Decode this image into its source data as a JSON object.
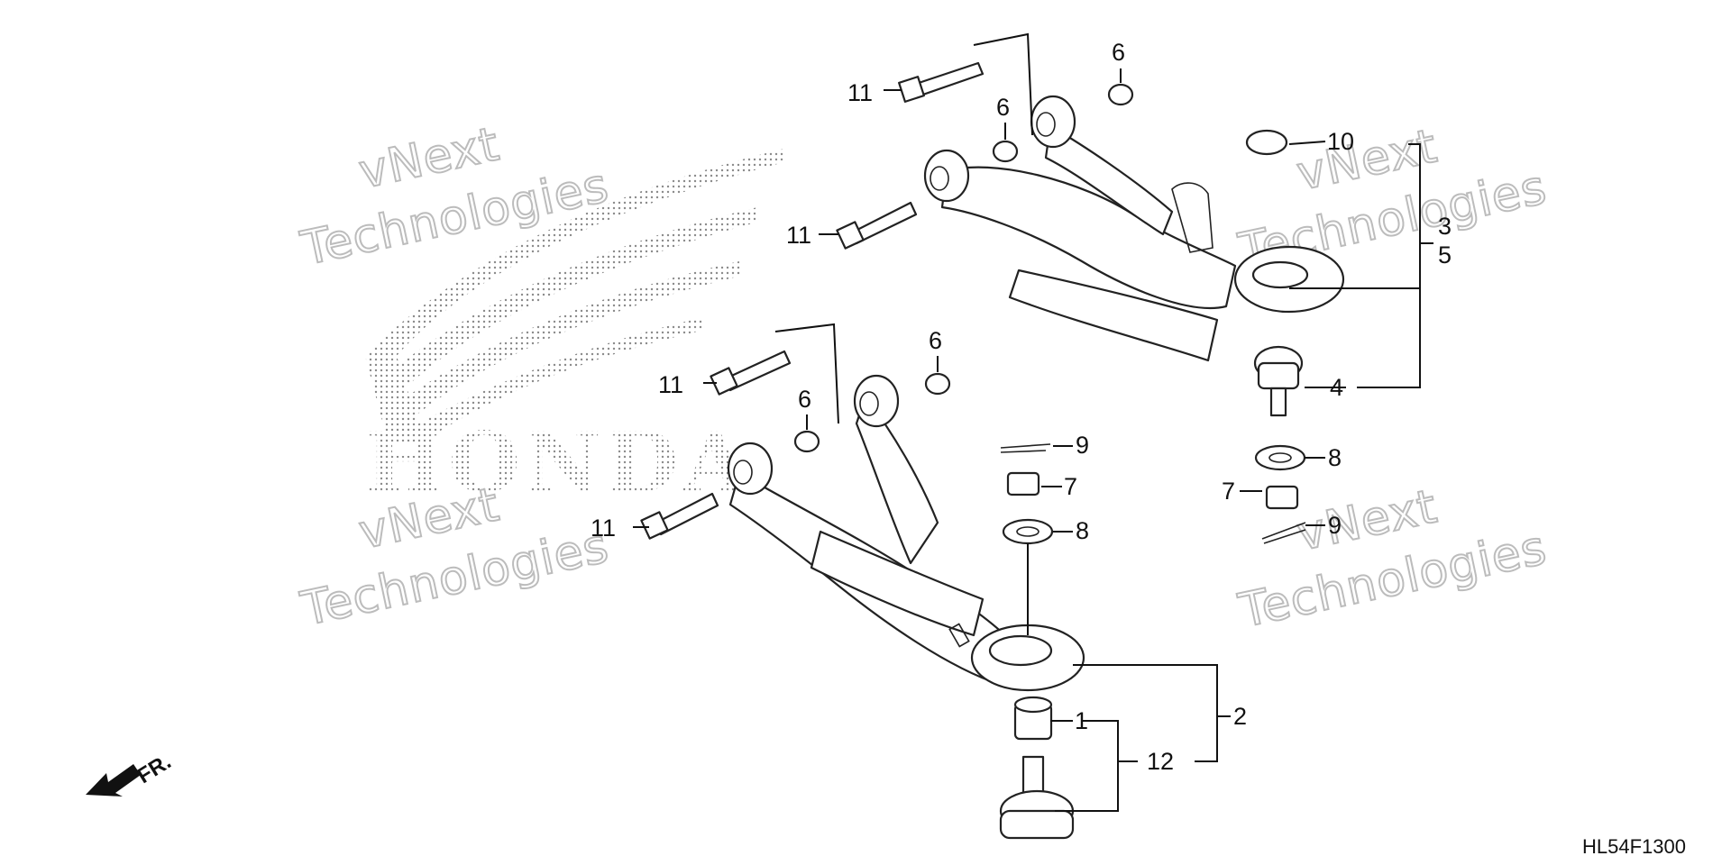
{
  "diagram": {
    "code": "HL54F1300",
    "direction_label": "FR.",
    "watermark": {
      "line1": "vNext",
      "line2": "Technologies"
    },
    "logo": {
      "word": "HONDA",
      "icon": "honda-wing-logo"
    },
    "callouts": {
      "c1": "1",
      "c2": "2",
      "c3": "3",
      "c4": "4",
      "c5": "5",
      "c6a": "6",
      "c6b": "6",
      "c6c": "6",
      "c6d": "6",
      "c7a": "7",
      "c7b": "7",
      "c8a": "8",
      "c8b": "8",
      "c9a": "9",
      "c9b": "9",
      "c10": "10",
      "c11a": "11",
      "c11b": "11",
      "c11c": "11",
      "c11d": "11",
      "c12": "12"
    }
  }
}
